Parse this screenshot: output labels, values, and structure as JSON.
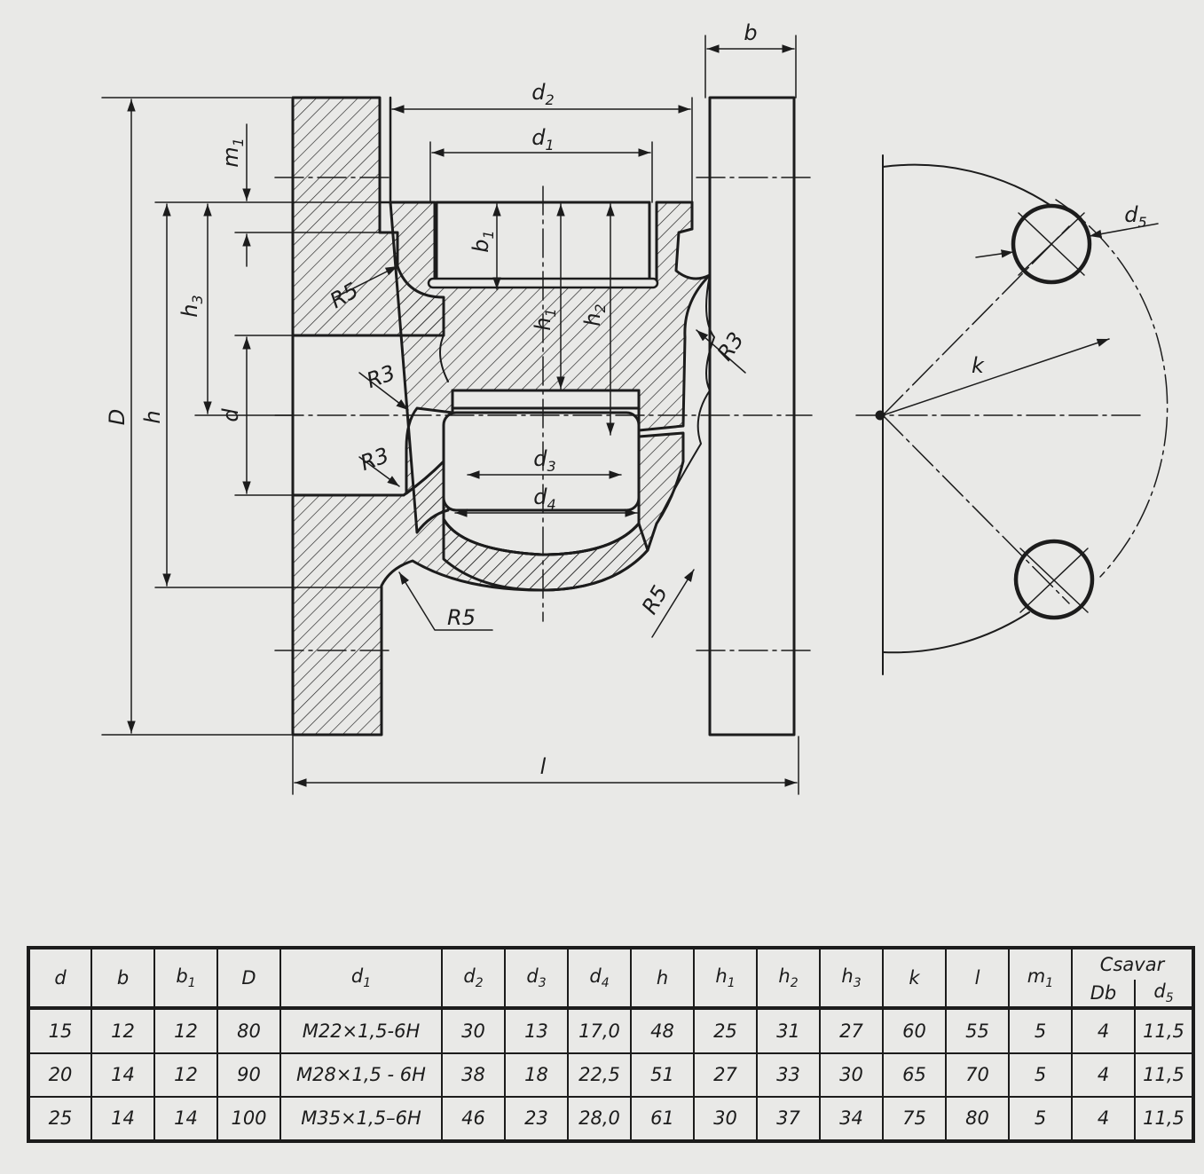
{
  "drawing": {
    "labels": {
      "D": "D",
      "h": "h",
      "h3": "h3",
      "m1": "m1",
      "d": "d",
      "d1": "d1",
      "d2": "d2",
      "d3": "d3",
      "d4": "d4",
      "d5": "d5",
      "b": "b",
      "b1": "b1",
      "h1": "h1",
      "h2": "h2",
      "k": "k",
      "l": "l",
      "r5_upper": "R5",
      "r3_upper_left": "R3",
      "r3_lower_left": "R3",
      "r5_bottom": "R5",
      "r3_right": "R3",
      "r5_right": "R5"
    }
  },
  "table": {
    "headers": [
      {
        "base": "d",
        "sub": ""
      },
      {
        "base": "b",
        "sub": ""
      },
      {
        "base": "b",
        "sub": "1"
      },
      {
        "base": "D",
        "sub": ""
      },
      {
        "base": "d",
        "sub": "1"
      },
      {
        "base": "d",
        "sub": "2"
      },
      {
        "base": "d",
        "sub": "3"
      },
      {
        "base": "d",
        "sub": "4"
      },
      {
        "base": "h",
        "sub": ""
      },
      {
        "base": "h",
        "sub": "1"
      },
      {
        "base": "h",
        "sub": "2"
      },
      {
        "base": "h",
        "sub": "3"
      },
      {
        "base": "k",
        "sub": ""
      },
      {
        "base": "l",
        "sub": ""
      },
      {
        "base": "m",
        "sub": "1"
      }
    ],
    "group_header": "Csavar",
    "group_sub": [
      {
        "base": "Db",
        "sub": ""
      },
      {
        "base": "d",
        "sub": "5"
      }
    ],
    "rows": [
      [
        "15",
        "12",
        "12",
        "80",
        "M22×1,5-6H",
        "30",
        "13",
        "17,0",
        "48",
        "25",
        "31",
        "27",
        "60",
        "55",
        "5",
        "4",
        "11,5"
      ],
      [
        "20",
        "14",
        "12",
        "90",
        "M28×1,5 - 6H",
        "38",
        "18",
        "22,5",
        "51",
        "27",
        "33",
        "30",
        "65",
        "70",
        "5",
        "4",
        "11,5"
      ],
      [
        "25",
        "14",
        "14",
        "100",
        "M35×1,5–6H",
        "46",
        "23",
        "28,0",
        "61",
        "30",
        "37",
        "34",
        "75",
        "80",
        "5",
        "4",
        "11,5"
      ]
    ]
  },
  "colors": {
    "ink": "#1c1c1c",
    "paper": "#e9e9e7"
  }
}
